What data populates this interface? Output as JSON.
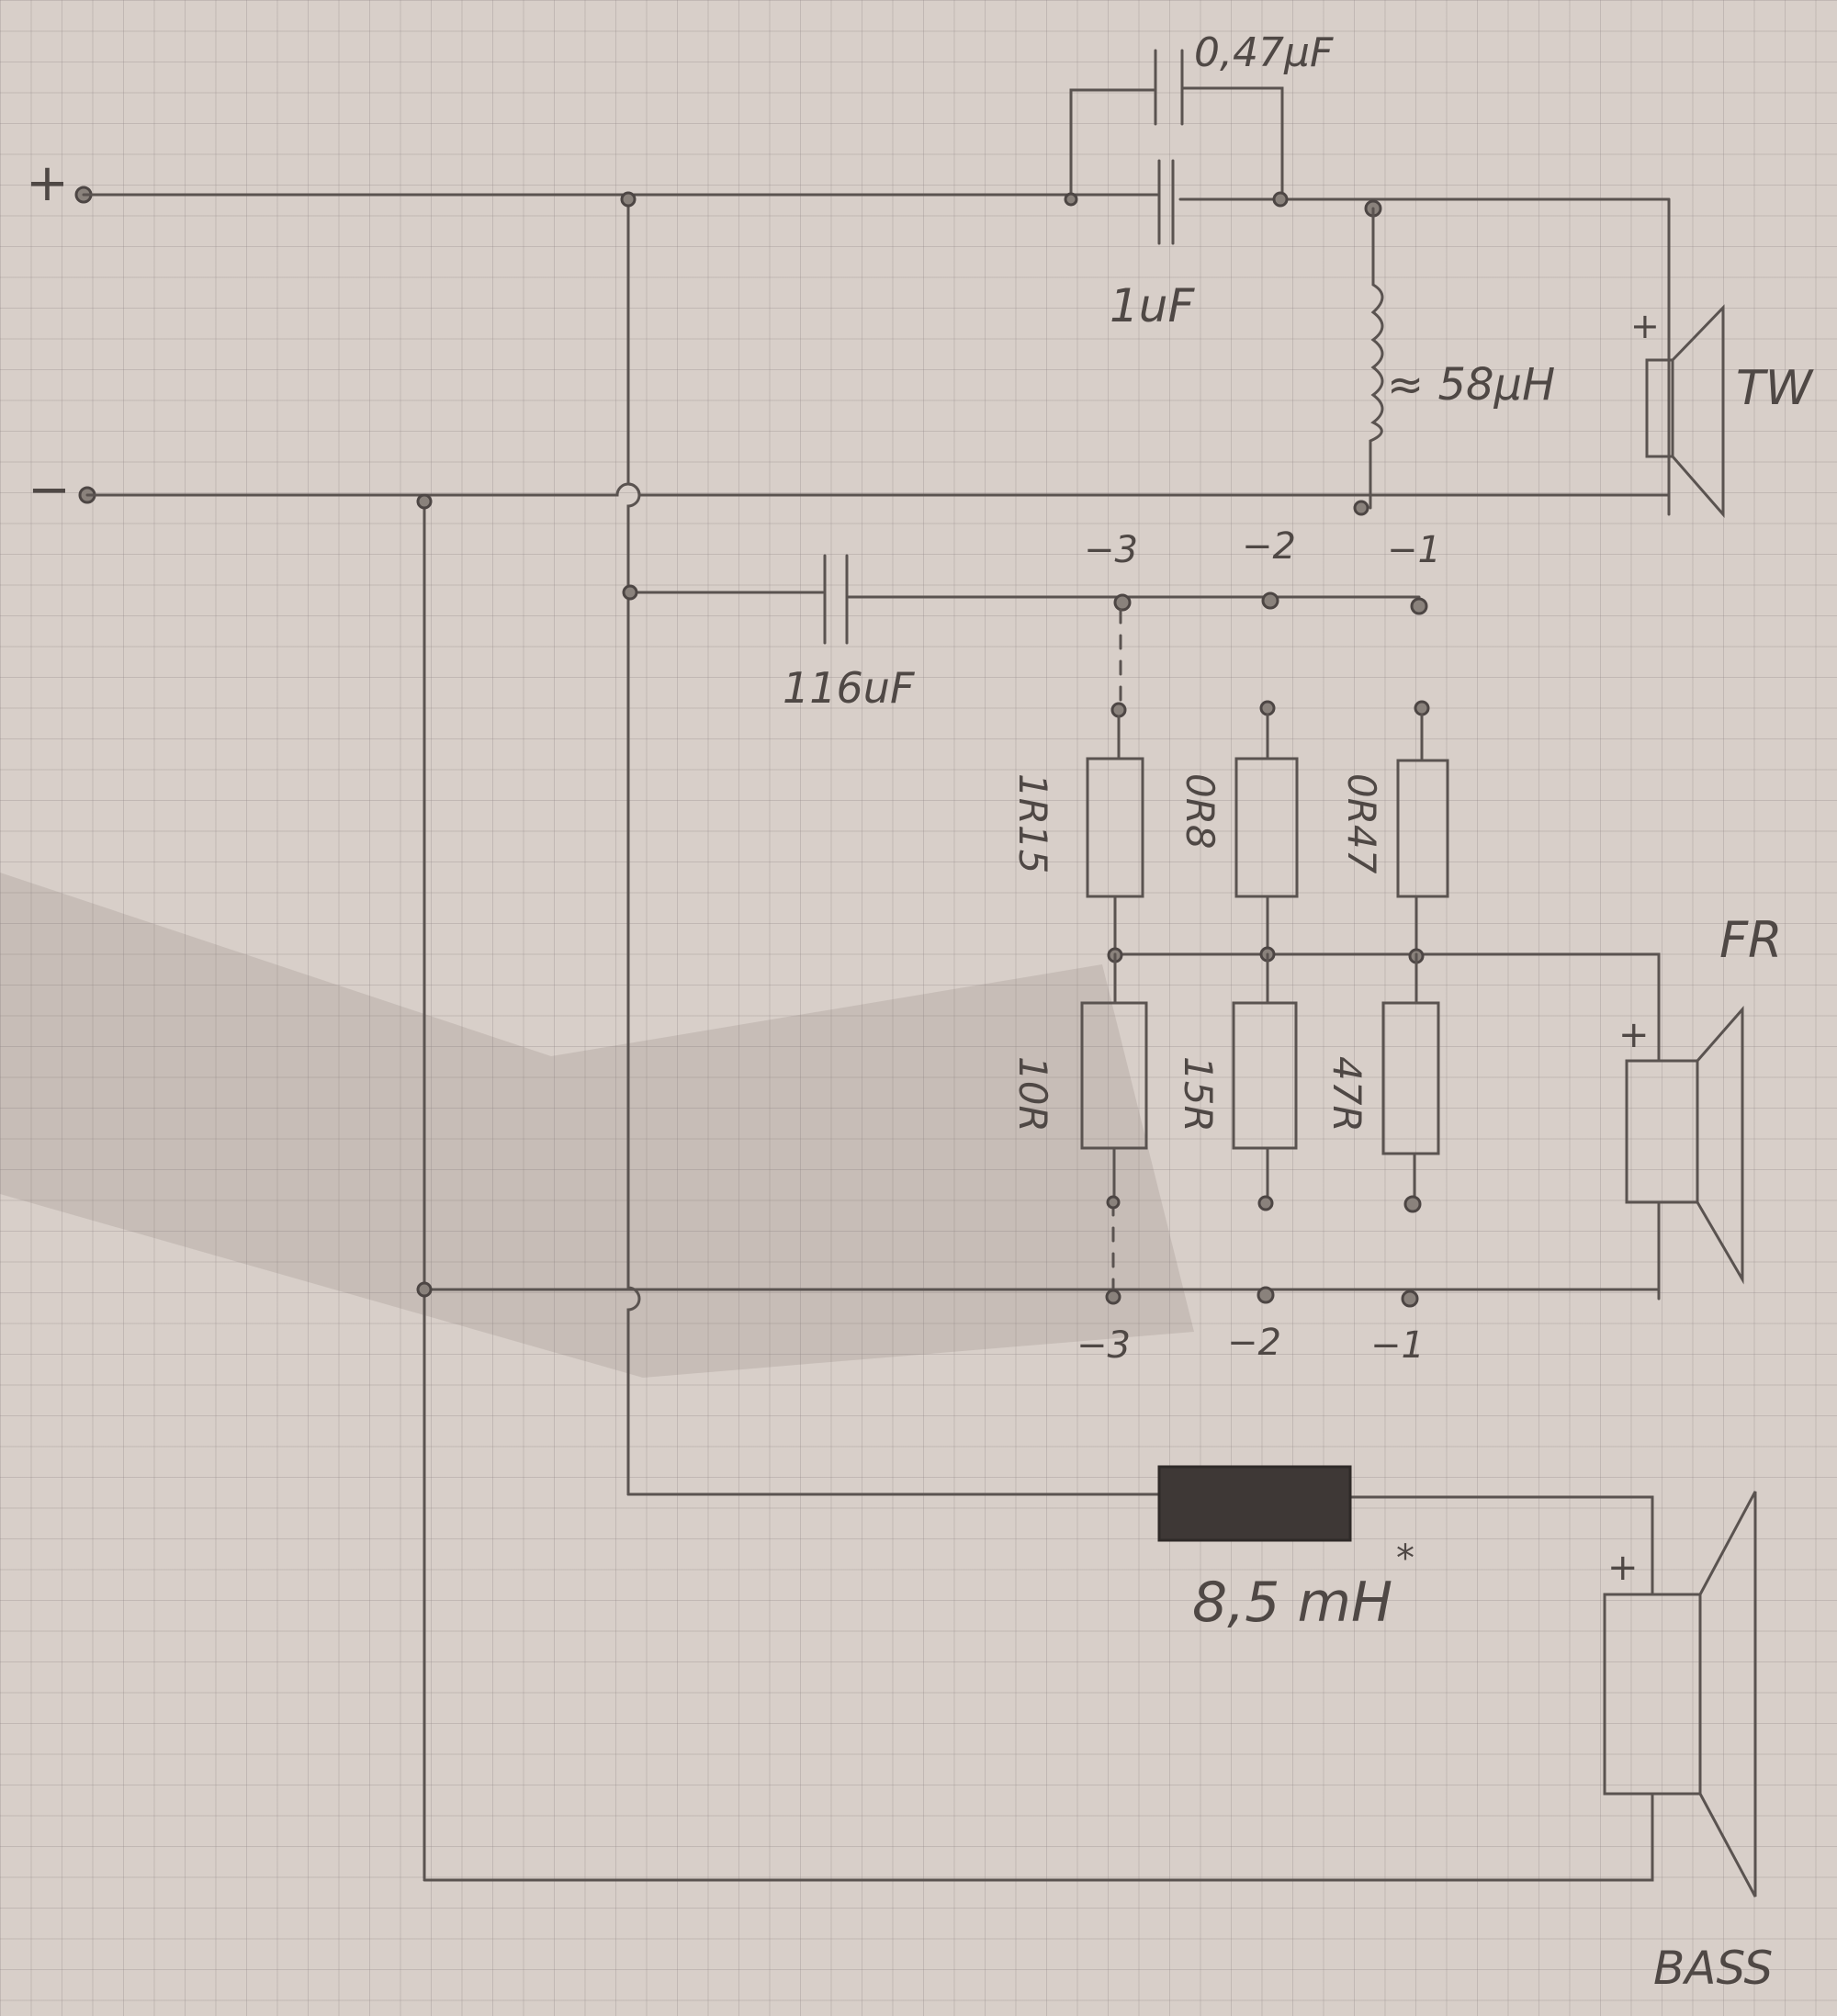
{
  "terminals": {
    "plus": "+",
    "minus": "−"
  },
  "tweeter": {
    "cap_main": "1uF",
    "cap_bypass": "0,47µF",
    "inductor": "≈ 58µH",
    "polarity": "+",
    "label": "TW"
  },
  "fullrange": {
    "cap": "116uF",
    "taps_top": [
      "−3",
      "−2",
      "−1"
    ],
    "series_resistors": [
      "1R15",
      "0R8",
      "0R47"
    ],
    "shunt_resistors": [
      "10R",
      "15R",
      "47R"
    ],
    "taps_bottom": [
      "−3",
      "−2",
      "−1"
    ],
    "polarity": "+",
    "label": "FR"
  },
  "bass": {
    "inductor": "8,5 mH",
    "asterisk": "*",
    "polarity": "+",
    "label": "BASS"
  }
}
